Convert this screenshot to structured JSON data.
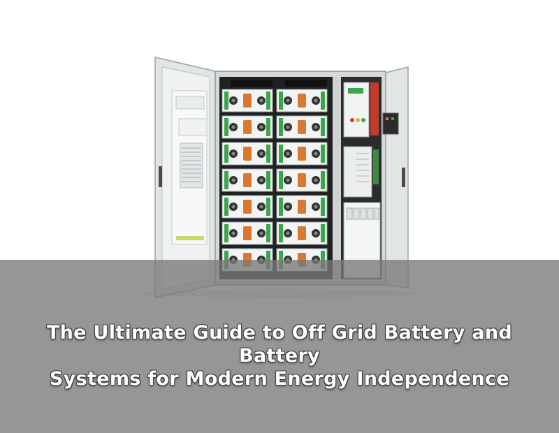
{
  "headline": {
    "line1": "The Ultimate Guide to Off Grid Battery and Battery",
    "line2": "Systems for Modern Energy Independence"
  },
  "image": {
    "subject": "battery-storage-cabinet",
    "battery_rows": 7,
    "battery_columns": 2
  },
  "colors": {
    "background": "#ffffff",
    "caption_band": "#8a8a8a",
    "headline_text": "#ffffff",
    "cabinet_frame": "#dcdfe0",
    "module_accent": "#d9782e",
    "module_port": "#333333"
  }
}
